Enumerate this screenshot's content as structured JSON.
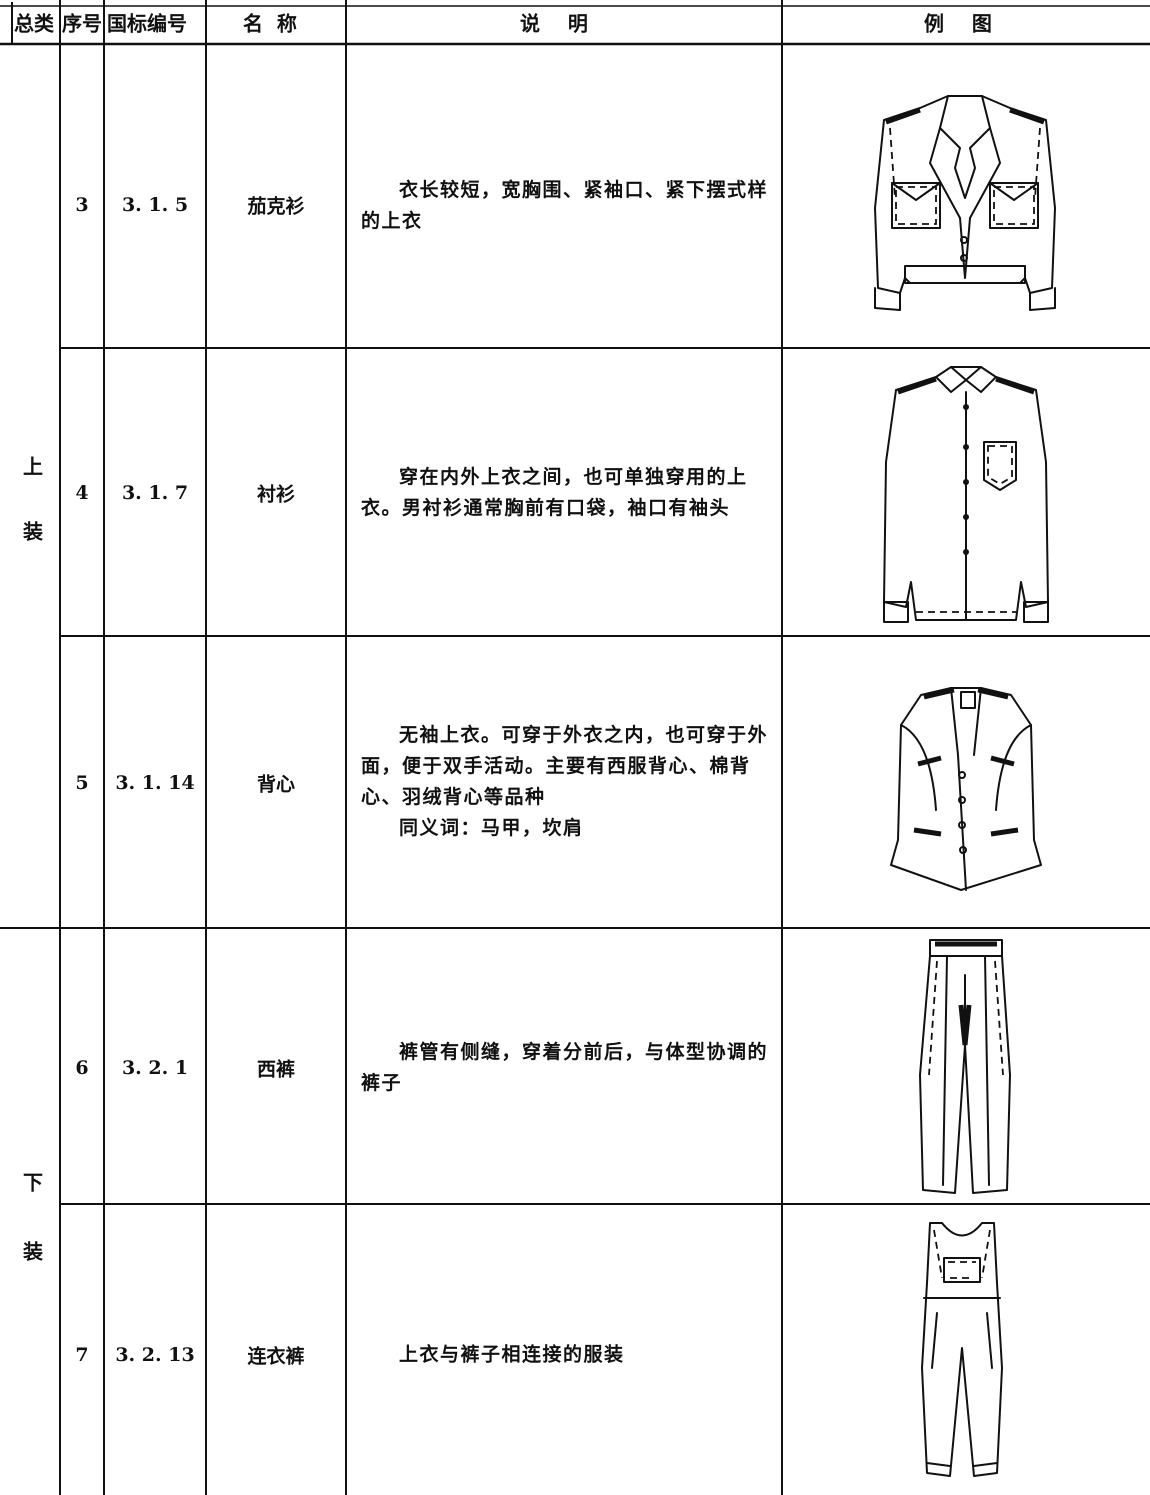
{
  "headers": {
    "category": "总类",
    "seq": "序号",
    "gb_code": "国标编号",
    "name": "名  称",
    "desc": "说    明",
    "example": "例    图"
  },
  "categories": [
    {
      "line1": "上",
      "line2": "装"
    },
    {
      "line1": "下",
      "line2": "装"
    }
  ],
  "rows": [
    {
      "seq": "3",
      "code": "3. 1. 5",
      "name": "茄克衫",
      "desc": [
        "衣长较短，宽胸围、紧袖口、紧下摆式样的上衣"
      ],
      "icon": "jacket-illustration"
    },
    {
      "seq": "4",
      "code": "3. 1. 7",
      "name": "衬衫",
      "desc": [
        "穿在内外上衣之间，也可单独穿用的上衣。男衬衫通常胸前有口袋，袖口有袖头"
      ],
      "icon": "shirt-illustration"
    },
    {
      "seq": "5",
      "code": "3. 1. 14",
      "name": "背心",
      "desc": [
        "无袖上衣。可穿于外衣之内，也可穿于外面，便于双手活动。主要有西服背心、棉背心、羽绒背心等品种",
        "同义词：马甲，坎肩"
      ],
      "icon": "vest-illustration"
    },
    {
      "seq": "6",
      "code": "3. 2. 1",
      "name": "西裤",
      "desc": [
        "裤管有侧缝，穿着分前后，与体型协调的裤子"
      ],
      "icon": "trousers-illustration"
    },
    {
      "seq": "7",
      "code": "3. 2. 13",
      "name": "连衣裤",
      "desc": [
        "上衣与裤子相连接的服装"
      ],
      "icon": "jumpsuit-illustration"
    }
  ]
}
